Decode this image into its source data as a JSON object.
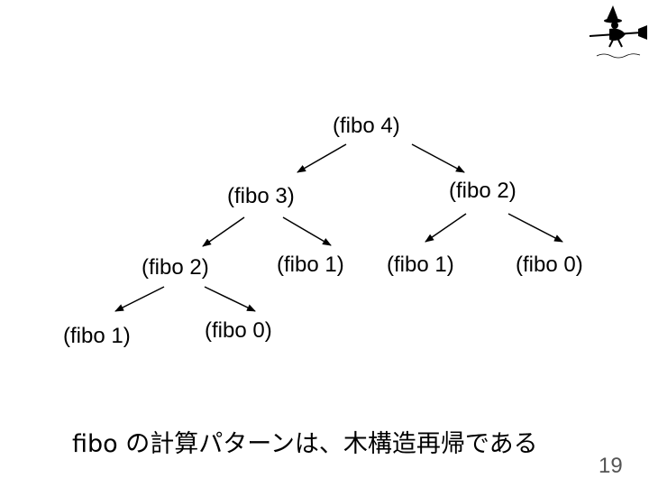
{
  "slide": {
    "nodes": {
      "n_fibo4": "(fibo 4)",
      "n_fibo3": "(fibo 3)",
      "n_fibo2_right": "(fibo 2)",
      "n_fibo2_left": "(fibo 2)",
      "n_fibo1_mid": "(fibo 1)",
      "n_fibo1_right": "(fibo 1)",
      "n_fibo0_right": "(fibo 0)",
      "n_fibo1_bottom": "(fibo 1)",
      "n_fibo0_bottom": "(fibo 0)"
    },
    "caption": "fibo の計算パターンは、木構造再帰である",
    "page_number": "19",
    "logo_icon": "witch-on-broom-icon"
  }
}
